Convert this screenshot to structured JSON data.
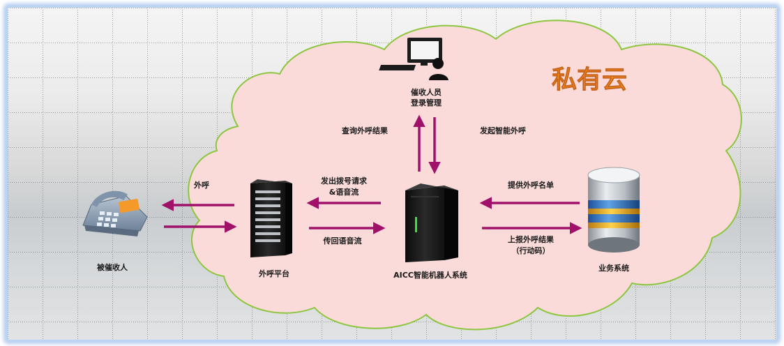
{
  "title": "私有云",
  "nodes": {
    "operator": {
      "line1": "催收人员",
      "line2": "登录管理"
    },
    "debtor": {
      "label": "被催收人"
    },
    "platform": {
      "label": "外呼平台"
    },
    "aicc": {
      "label": "AICC智能机器人系统"
    },
    "business": {
      "label": "业务系统"
    }
  },
  "edges": {
    "query_result": "查询外呼结果",
    "start_call": "发起智能外呼",
    "outbound_call": "外呼",
    "dial_request_line1": "发出拨号请求",
    "dial_request_line2": "&语音流",
    "return_voice": "传回语音流",
    "provide_list": "提供外呼名单",
    "report_result_line1": "上报外呼结果",
    "report_result_line2": "（行动码）"
  },
  "colors": {
    "cloud_fill": "#fadbd9",
    "cloud_stroke": "#8cc63f",
    "arrow": "#a0126a",
    "title": "#f28a1e"
  }
}
